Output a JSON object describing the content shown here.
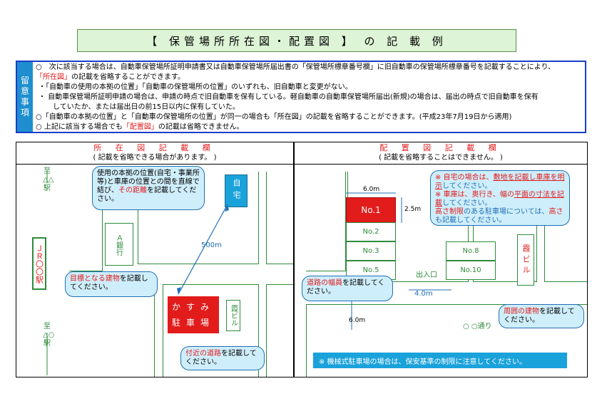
{
  "title": "【 保管場所所在図・配置図 】 の 記 載 例",
  "notes": {
    "label": [
      "留",
      "意",
      "事",
      "項"
    ],
    "line1": "○　次に該当する場合は、自動車保管場所証明申請書又は自動車保管場所届出書の「保管場所標章番号欄」に旧自動車の保管場所標章番号を記載することにより、",
    "line2a": "「所在図」",
    "line2b": "の記載を省略することができます。",
    "line3": "・「自動車の使用の本拠の位置」「自動車の保管場所の位置」のいずれも、旧自動車と変更がない。",
    "line4": "・ 自動車保管場所証明申請の場合は、申請の時点で旧自動車を保有している。軽自動車の自動車保管場所届出(新規)の場合は、届出の時点で旧自動車を保有",
    "line5": "　していたか、または届出日の前15日以内に保有していた。",
    "line6": "○「自動車の本拠の位置」と「自動車の保管場所の位置」が同一の場合も「所在図」の記載を省略することができます。(平成23年7月19日から適用)",
    "line7a": "○ 上記に該当する場合でも",
    "line7b": "「配置図」",
    "line7c": "の記載は省略できません。"
  },
  "left_panel": {
    "heading": "所 在 図 記 載 欄",
    "subheading": "( 記載を省略できる場合があります。 )",
    "road_top": "至△△駅",
    "road_bottom": "至△○駅",
    "station": "ＪＲ〇〇駅",
    "bank": "Ａ銀行",
    "home": "自宅",
    "parking": [
      "かすみ",
      "駐車場"
    ],
    "kasumi_bldg": "霞ビル",
    "distance": "500m",
    "callout_top_a": "使用の本拠の位置(自宅・事業所等)と車庫の位置との間を直線で結び、",
    "callout_top_b": "その距離",
    "callout_top_c": "を記載してください。",
    "callout_mid_a": "目標となる建物",
    "callout_mid_b": "を記載してください。",
    "callout_bot_a": "付近の道路",
    "callout_bot_b": "を記載してください。"
  },
  "right_panel": {
    "heading": "配 置 図 記 載 欄",
    "subheading": "( 記載を省略することはできません。 )",
    "width_label": "6.0m",
    "depth_label": "2.5m",
    "slots": [
      "No.1",
      "No.2",
      "No.3",
      "No.5"
    ],
    "slots_right": [
      "No.8",
      "No.10"
    ],
    "kasumi_bldg": "霞ビル",
    "entrance": "出入口",
    "road_width": "4.0m",
    "road_len": "6.0m",
    "street": "○ ○通り",
    "callout_top_1a": "※ 自宅の場合は、",
    "callout_top_1b": "敷地を記載し車庫を明示",
    "callout_top_1c": "してください。",
    "callout_top_2a": "※ 車庫は、奥行き、幅の",
    "callout_top_2b": "平面の寸法を記載",
    "callout_top_2c": "してください。",
    "callout_top_3a": "高さ制限",
    "callout_top_3b": "のある駐車場については、",
    "callout_top_3c": "高さ",
    "callout_top_3d": "も記載してください。",
    "callout_road_a": "道路の幅員",
    "callout_road_b": "を記載してください。",
    "callout_around_a": "周囲の建物",
    "callout_around_b": "を記載してください。",
    "banner": "※ 機械式駐車場の場合は、保安基準の制限に注意してください。"
  }
}
